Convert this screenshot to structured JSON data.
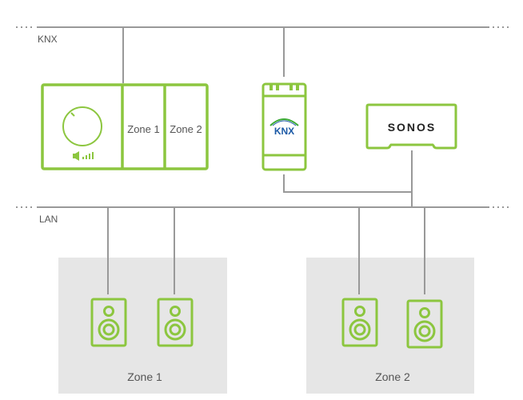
{
  "colors": {
    "accent": "#8cc63f",
    "line": "#999999",
    "zone_bg": "#e6e6e6",
    "text": "#555555",
    "knx_blue": "#1c5aa6",
    "knx_green": "#3aa935"
  },
  "buses": {
    "knx_label": "KNX",
    "lan_label": "LAN"
  },
  "keypad": {
    "zone1_label": "Zone 1",
    "zone2_label": "Zone 2",
    "knob_icon": "rotary-knob-icon",
    "volume_icon": "volume-level-icon"
  },
  "knx_module": {
    "logo_text": "KNX"
  },
  "sonos": {
    "logo_text": "SONOS"
  },
  "zones": [
    {
      "label": "Zone 1",
      "speaker_count": 2
    },
    {
      "label": "Zone 2",
      "speaker_count": 2
    }
  ]
}
